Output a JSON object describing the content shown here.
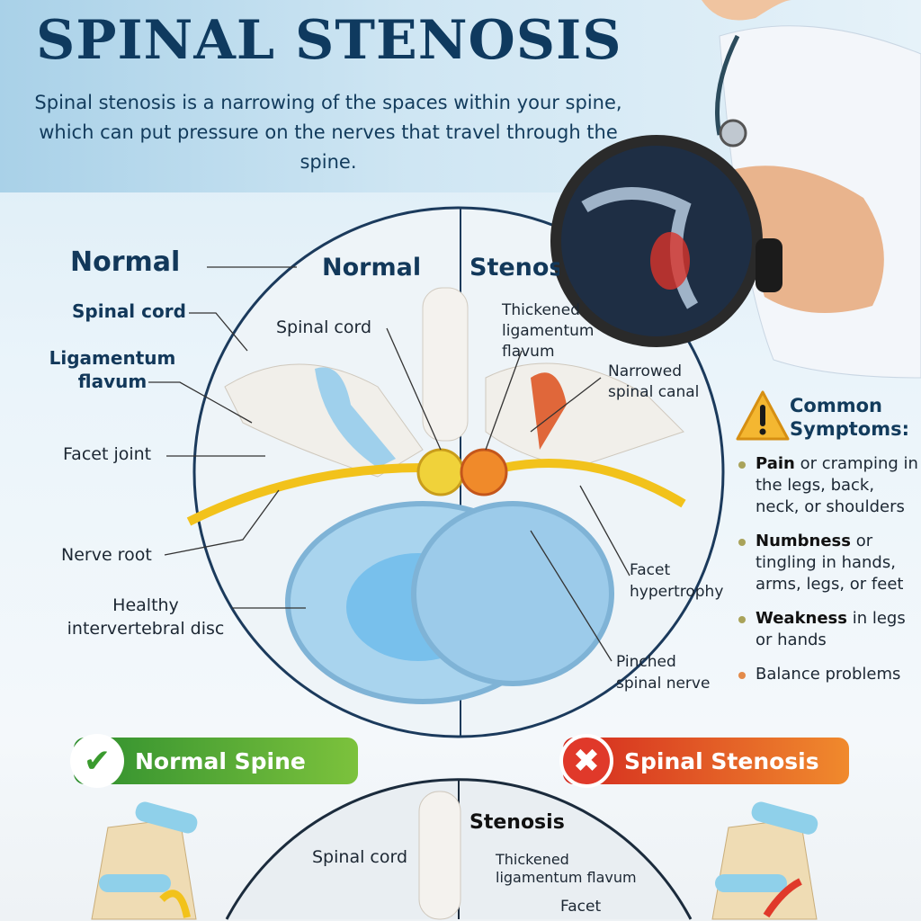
{
  "header": {
    "title": "SPINAL STENOSIS",
    "subtitle": "Spinal stenosis is a narrowing of the spaces within your spine, which can put pressure on the nerves that travel through the spine."
  },
  "top_diagram": {
    "side_heading": "Normal",
    "left_heading": "Normal",
    "right_heading": "Stenosis",
    "left_labels": [
      "Spinal cord",
      "Ligamentum flavum",
      "Facet joint",
      "Nerve root",
      "Healthy intervertebral disc"
    ],
    "inner_left_labels": [
      "Spinal cord"
    ],
    "right_labels": [
      "Thickened ligamentum flavum",
      "Narrowed spinal canal",
      "Facet hypertrophy",
      "Pinched spinal nerve"
    ]
  },
  "symptoms": {
    "title": "Common Symptoms:",
    "items": [
      {
        "bold": "Pain",
        "rest": " or cramping in the legs, back, neck, or shoulders"
      },
      {
        "bold": "Numbness",
        "rest": " or tingling in hands, arms, legs, or feet"
      },
      {
        "bold": "Weakness",
        "rest": " in legs or hands"
      },
      {
        "bold": "",
        "rest": "Balance problems"
      }
    ]
  },
  "banners": {
    "normal": "Normal Spine",
    "stenosis": "Spinal Stenosis"
  },
  "bottom_diagram": {
    "heading": "Stenosis",
    "labels": [
      "Spinal cord",
      "Thickened ligamentum flavum",
      "Facet"
    ]
  },
  "colors": {
    "navy": "#0f3a5f",
    "green": "#4aa832",
    "red": "#e0392a",
    "nerve": "#f2c21b"
  }
}
